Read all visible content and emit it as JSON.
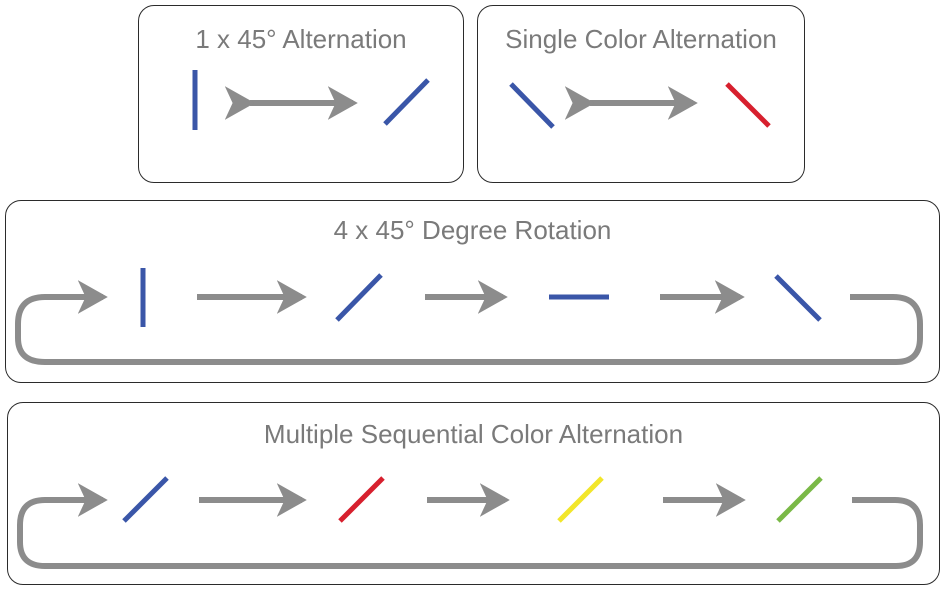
{
  "colors": {
    "blue": "#3a56a8",
    "red": "#d7202e",
    "yellow": "#f2e62a",
    "green": "#7ab947",
    "arrow_gray": "#8c8c8c",
    "title_gray": "#7a7a7a"
  },
  "panels": {
    "alternation_45": {
      "title": "1 x 45° Alternation",
      "bars": [
        {
          "angle": "vertical",
          "color": "blue"
        },
        {
          "angle": "diagonal-rising",
          "color": "blue"
        }
      ],
      "arrow": "double-headed"
    },
    "single_color": {
      "title": "Single Color Alternation",
      "bars": [
        {
          "angle": "diagonal-falling",
          "color": "blue"
        },
        {
          "angle": "diagonal-falling",
          "color": "red"
        }
      ],
      "arrow": "double-headed"
    },
    "rotation": {
      "title": "4 x 45° Degree Rotation",
      "bars": [
        {
          "angle": "vertical",
          "color": "blue"
        },
        {
          "angle": "diagonal-rising",
          "color": "blue"
        },
        {
          "angle": "horizontal",
          "color": "blue"
        },
        {
          "angle": "diagonal-falling",
          "color": "blue"
        }
      ],
      "arrow": "loop"
    },
    "sequential_color": {
      "title": "Multiple Sequential Color Alternation",
      "bars": [
        {
          "angle": "diagonal-rising",
          "color": "blue"
        },
        {
          "angle": "diagonal-rising",
          "color": "red"
        },
        {
          "angle": "diagonal-rising",
          "color": "yellow"
        },
        {
          "angle": "diagonal-rising",
          "color": "green"
        }
      ],
      "arrow": "loop"
    }
  }
}
